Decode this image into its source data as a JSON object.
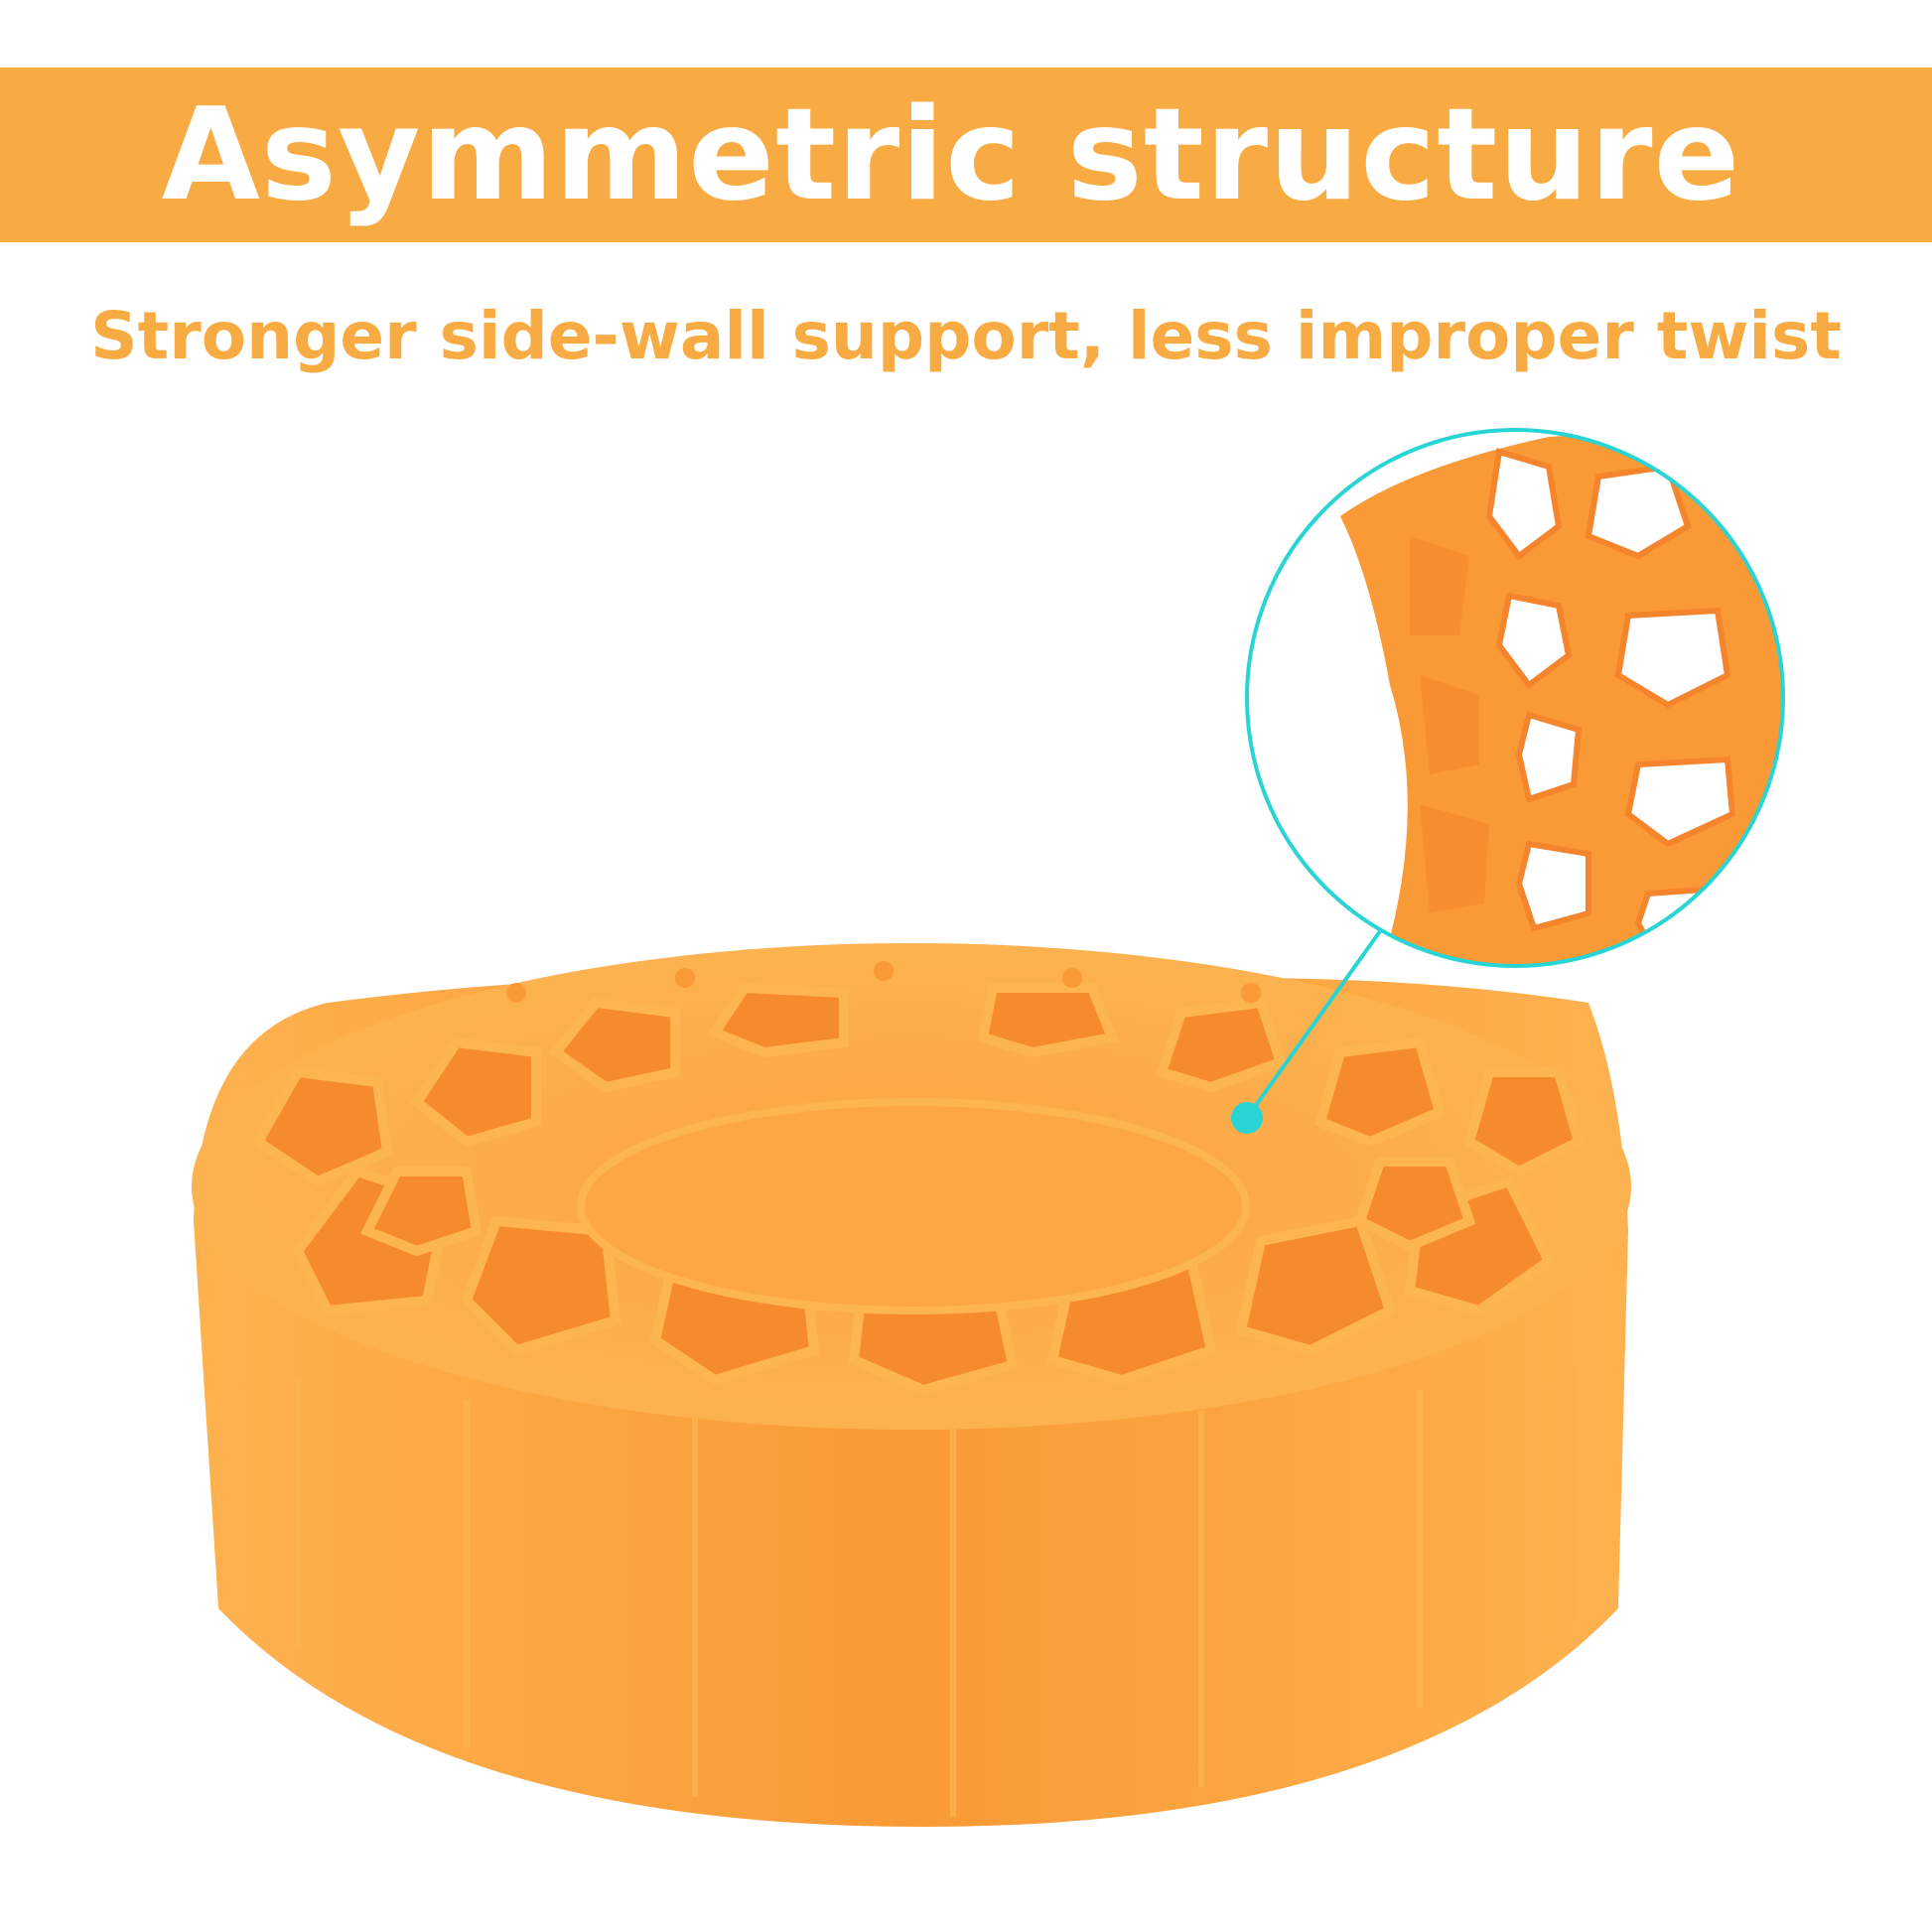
{
  "header": {
    "title": "Asymmetric structure",
    "subtitle": "Stronger side-wall support, less improper twist"
  },
  "colors": {
    "banner": "#f9ab43",
    "title_text": "#ffffff",
    "subtitle_text": "#f9ab43",
    "tire_base": "#f99a36",
    "tire_light": "#fdb24f",
    "tire_dark": "#f4852c",
    "callout": "#29d4d4"
  },
  "product": {
    "name_icon": "honeycomb-solid-tire",
    "detail_icon": "honeycomb-detail-magnifier"
  }
}
